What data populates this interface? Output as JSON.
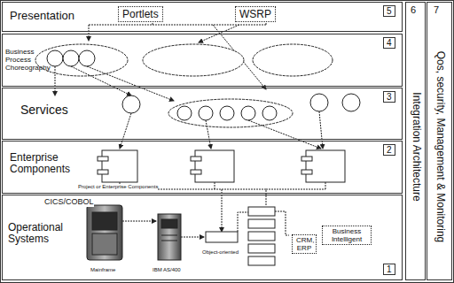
{
  "diagram": {
    "nodes": [
      {
        "text": [
          "Presentation"
        ]
      },
      {
        "text": [
          "Portlets"
        ],
        "in": 0
      },
      {
        "text": [
          "WSRP"
        ],
        "in": 0
      },
      {
        "text": [
          "Business Process Choreography"
        ]
      },
      {
        "text": [
          "Services"
        ]
      },
      {
        "text": [
          "Enterprise Components"
        ]
      },
      {
        "text": [
          "Operational Systems"
        ]
      },
      {
        "text": [
          "CRM, ERP"
        ],
        "in": 6
      },
      {
        "text": [
          "Business Intelligent"
        ],
        "in": 6
      },
      {
        "text": [
          "Integration Architecture"
        ]
      },
      {
        "text": [
          "Qos, security, Management & Monitoring"
        ]
      }
    ],
    "labels": [
      "5",
      "4",
      "3",
      "2",
      "1",
      "6",
      "7",
      "Project or Enterprise Components",
      "CICS/COBOL",
      "Mainframe",
      "IBM AS/400",
      "Object-oriented"
    ]
  }
}
